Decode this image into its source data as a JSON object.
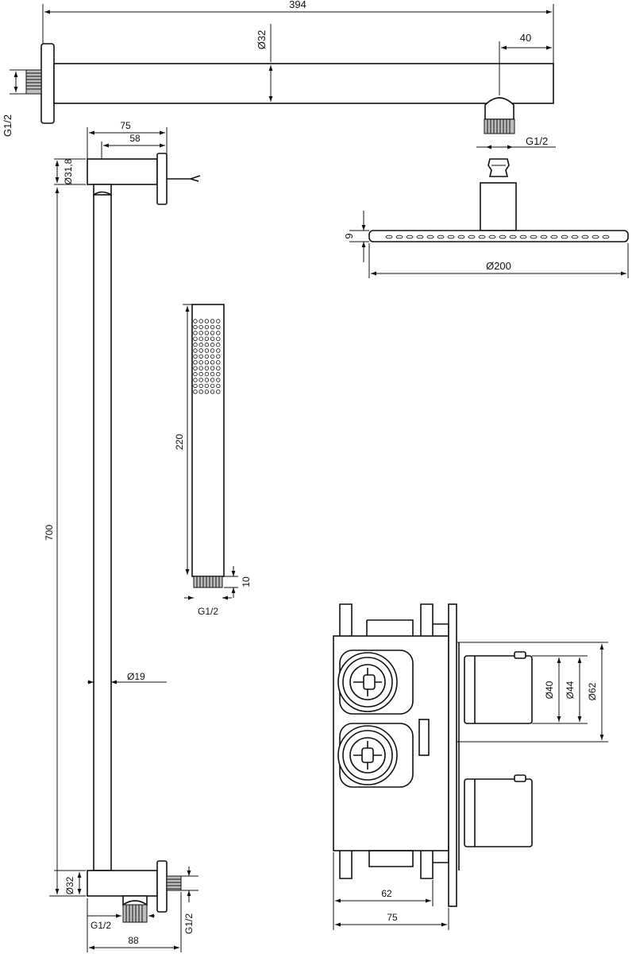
{
  "drawing": {
    "dimensions": {
      "arm_length": "394",
      "arm_diameter": "Ø32",
      "arm_outlet_offset": "40",
      "arm_wall_thread": "G1/2",
      "arm_outlet_thread": "G1/2",
      "head_thickness": "9",
      "head_diameter": "Ø200",
      "bar_depth_75": "75",
      "bar_depth_58": "58",
      "bar_top_diameter": "Ø31,8",
      "bar_length": "700",
      "bar_diameter": "Ø19",
      "bar_bottom_diameter": "Ø32",
      "bar_bottom_thread": "G1/2",
      "bar_side_thread": "G1/2",
      "bar_bottom_width": "88",
      "handshower_length": "220",
      "handshower_connector": "10",
      "handshower_thread": "G1/2",
      "valve_d40": "Ø40",
      "valve_d44": "Ø44",
      "valve_d62": "Ø62",
      "valve_depth_62": "62",
      "valve_depth_75": "75"
    }
  }
}
